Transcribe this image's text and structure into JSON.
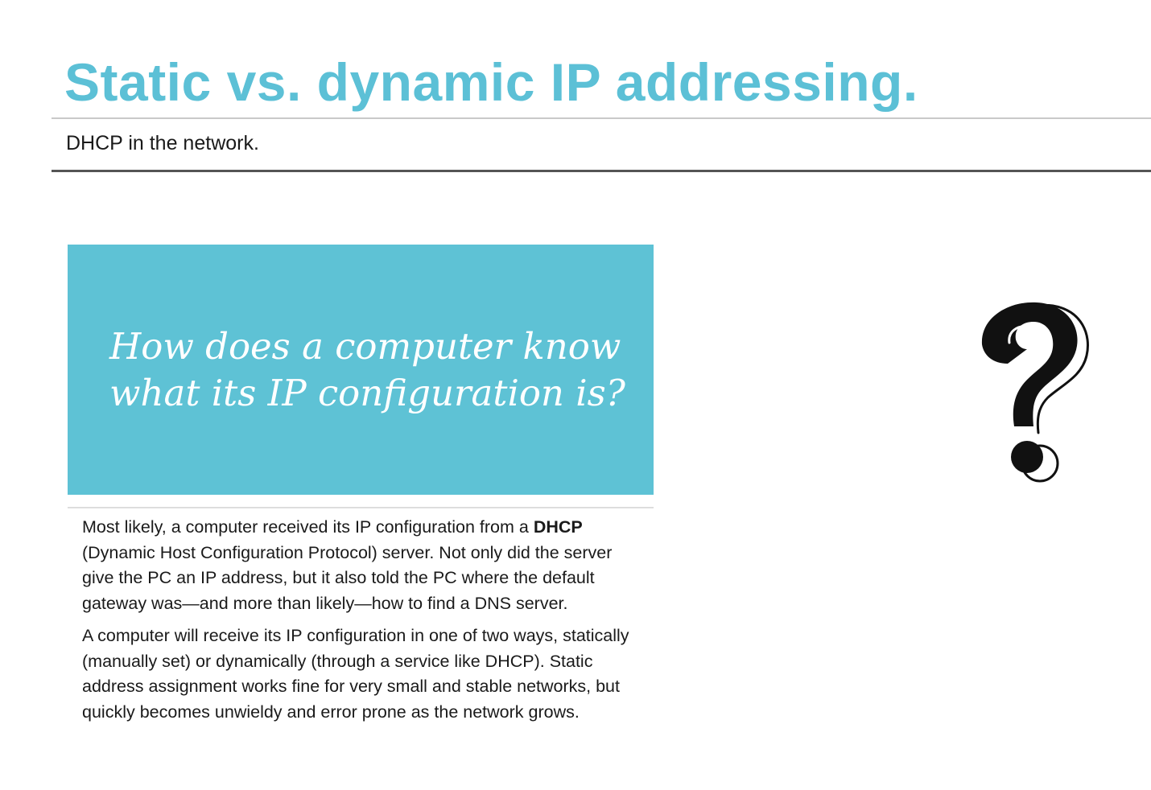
{
  "slide": {
    "title": "Static vs. dynamic IP addressing.",
    "subtitle": "DHCP in the network.",
    "question_line1": "How does a computer know",
    "question_line2": "what its IP configuration is?",
    "paragraph1": {
      "before_bold": "Most likely, a computer received its IP configuration from a ",
      "bold": "DHCP",
      "after_bold": " (Dynamic Host Configuration Protocol) server. Not only did the server give the PC an IP address, but it also told the PC where the default gateway was—and more than likely—how to find a DNS server."
    },
    "paragraph2": "A computer will receive its IP configuration in one of two ways, statically (manually set) or dynamically (through a service like DHCP). Static address assignment works fine for very small and stable networks, but quickly becomes unwieldy and error prone as the network grows.",
    "graphic_icon": "question-mark-icon"
  },
  "colors": {
    "title": "#5cc0d6",
    "box": "#5ec2d5",
    "text": "#1a1a1a"
  }
}
